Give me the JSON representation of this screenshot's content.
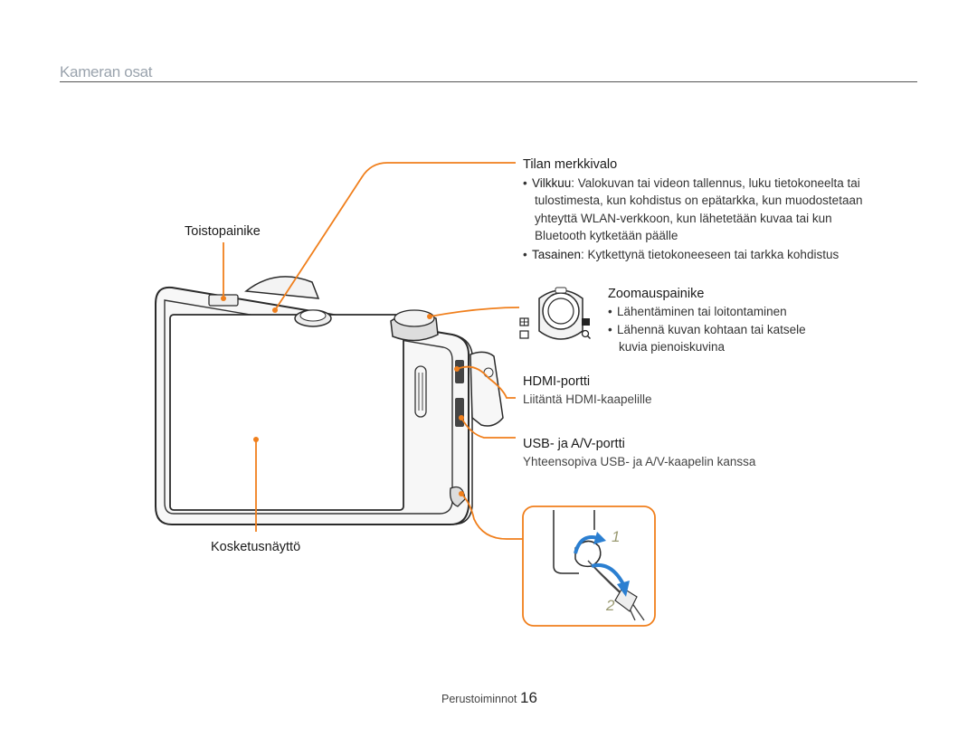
{
  "header": {
    "title": "Kameran osat"
  },
  "labels": {
    "tilan_merkkivalo": {
      "title": "Tilan merkkivalo",
      "bullet1_term": "Vilkkuu",
      "bullet1_lines": [
        ": Valokuvan tai videon tallennus, luku tietokoneelta tai",
        "tulostimesta, kun kohdistus on epätarkka, kun muodostetaan",
        "yhteyttä WLAN-verkkoon, kun lähetetään kuvaa tai kun",
        "Bluetooth kytketään päälle"
      ],
      "bullet2_term": "Tasainen",
      "bullet2_text": ": Kytkettynä tietokoneeseen tai tarkka kohdistus"
    },
    "toistopainike": "Toistopainike",
    "zoomauspainike": {
      "title": "Zoomauspainike",
      "bullet1": "Lähentäminen tai loitontaminen",
      "bullet2_lines": [
        "Lähennä kuvan kohtaan tai katsele",
        "kuvia pienoiskuvina"
      ]
    },
    "hdmi": {
      "title": "HDMI-portti",
      "desc": "Liitäntä HDMI-kaapelille"
    },
    "usb": {
      "title": "USB- ja A/V-portti",
      "desc": "Yhteensopiva USB- ja A/V-kaapelin kanssa"
    },
    "kosketusnaytto": "Kosketusnäyttö"
  },
  "strap_steps": [
    "1",
    "2"
  ],
  "footer": {
    "section": "Perustoiminnot",
    "page": "16"
  },
  "colors": {
    "callout": "#f07f1c",
    "arrow_blue": "#2b7fd1",
    "header_gray": "#9aa3ad"
  }
}
